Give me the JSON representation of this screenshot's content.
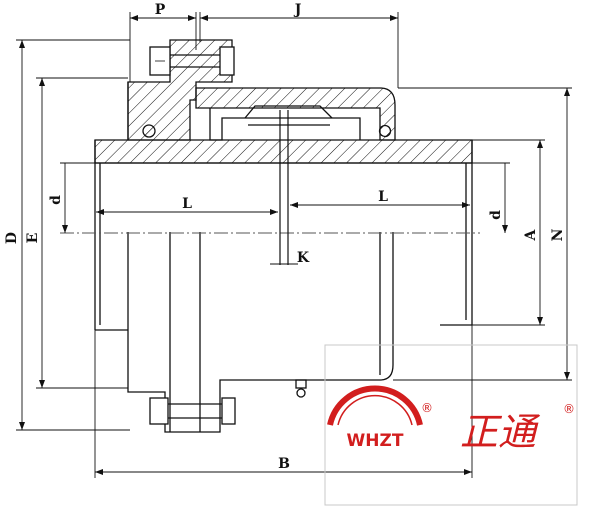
{
  "labels": {
    "P": "P",
    "J": "J",
    "D": "D",
    "E": "E",
    "d_left": "d",
    "d_right": "d",
    "L_left": "L",
    "L_right": "L",
    "K": "K",
    "A": "A",
    "N": "N",
    "B": "B"
  },
  "logo": {
    "text_en": "WHZT",
    "text_cn": "正通",
    "reg_mark": "®",
    "color": "#d21e1e"
  },
  "colors": {
    "line": "#111111",
    "hatch": "#111111",
    "centerline": "#555555"
  }
}
